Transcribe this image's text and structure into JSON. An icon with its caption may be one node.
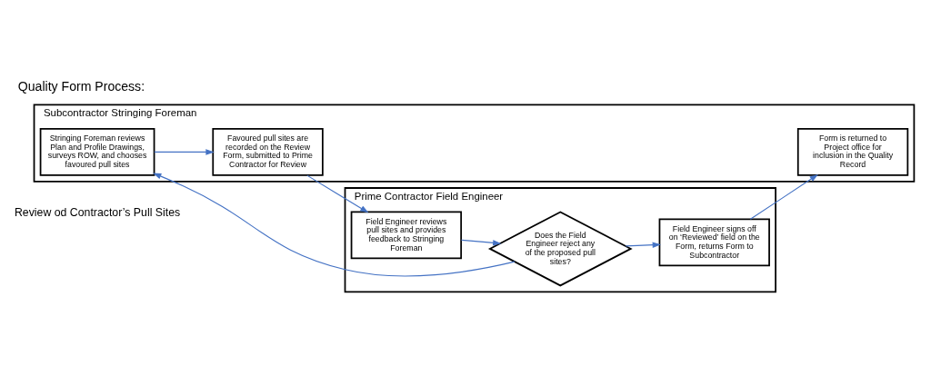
{
  "diagram": {
    "title": "Quality Form Process:",
    "nodes": [
      {
        "text": [
          "Subcontractor Stringing Foreman"
        ]
      },
      {
        "text": [
          "Stringing Foreman reviews Plan and Profile Drawings, surveys ROW, and chooses favoured pull sites"
        ],
        "in": 0
      },
      {
        "text": [
          "Favoured pull sites are recorded on the Review Form, submitted to Prime Contractor for Review"
        ],
        "in": 0
      },
      {
        "text": [
          "Form is returned to Project office for inclusion in the Quality Record"
        ],
        "in": 0
      },
      {
        "text": [
          "Prime Contractor Field Engineer"
        ]
      },
      {
        "text": [
          "Field Engineer reviews pull sites and provides feedback to Stringing Foreman"
        ],
        "in": 4
      },
      {
        "text": [
          "Does the Field Engineer reject any of the proposed pull sites?"
        ],
        "in": 4
      },
      {
        "text": [
          "Field Engineer signs off on ‘Reviewed’ field on the Form, returns Form to Subcontractor"
        ],
        "in": 4
      }
    ],
    "edges": [
      {
        "from": 1,
        "to": 2,
        "arrow": "to"
      },
      {
        "from": 2,
        "to": 5,
        "arrow": "to"
      },
      {
        "from": 5,
        "to": 6,
        "arrow": "to"
      },
      {
        "from": 6,
        "to": 1,
        "arrow": "to"
      },
      {
        "from": 6,
        "to": 7,
        "arrow": "to"
      },
      {
        "from": 7,
        "to": 3,
        "arrow": "to"
      }
    ],
    "labels": [
      "Review od Contractor’s Pull Sites"
    ]
  }
}
